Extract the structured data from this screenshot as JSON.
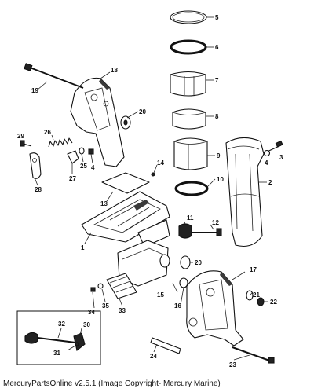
{
  "footer": {
    "text": "MercuryPartsOnline v2.5.1 (Image Copyright- Mercury Marine)"
  },
  "callouts": {
    "c1": "1",
    "c2": "2",
    "c3": "3",
    "c4a": "4",
    "c4b": "4",
    "c5": "5",
    "c6": "6",
    "c7": "7",
    "c8": "8",
    "c9": "9",
    "c10": "10",
    "c11": "11",
    "c12": "12",
    "c13": "13",
    "c14": "14",
    "c15": "15",
    "c16": "16",
    "c17": "17",
    "c18": "18",
    "c19": "19",
    "c20a": "20",
    "c20b": "20",
    "c21": "21",
    "c22": "22",
    "c23": "23",
    "c24": "24",
    "c25": "25",
    "c26": "26",
    "c27": "27",
    "c28": "28",
    "c29": "29",
    "c30": "30",
    "c31": "31",
    "c32": "32",
    "c33": "33",
    "c34": "34",
    "c35": "35"
  }
}
